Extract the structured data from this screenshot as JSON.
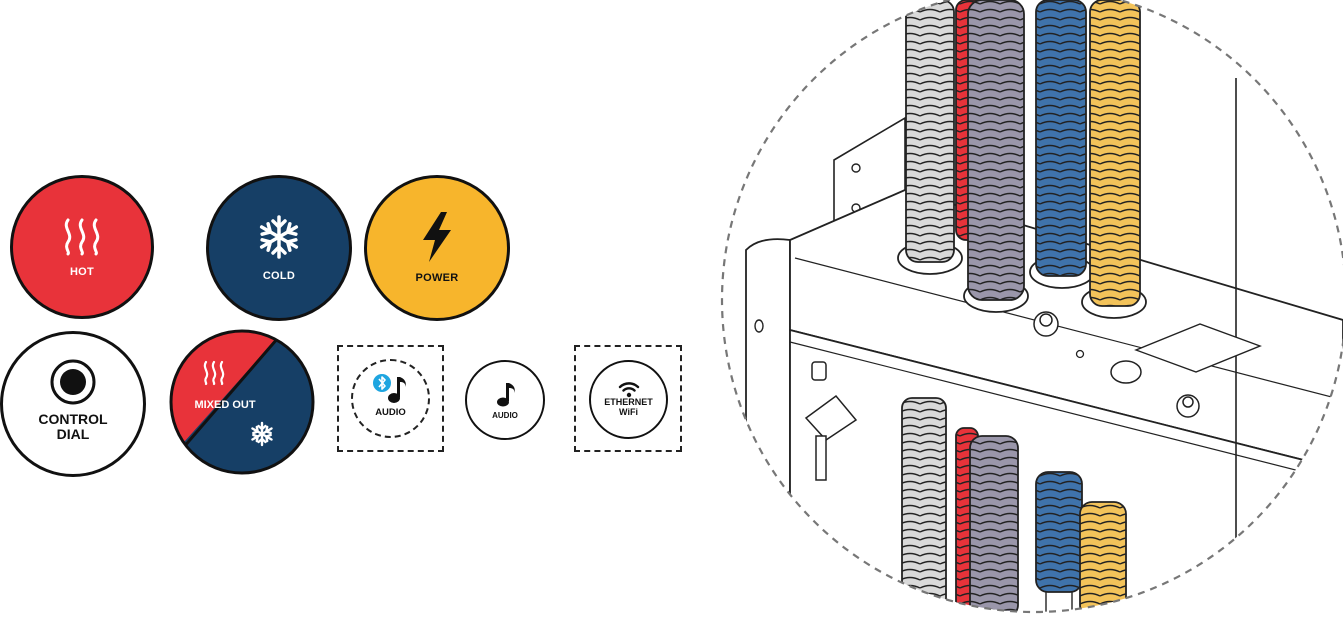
{
  "icons": {
    "hot": {
      "label": "HOT",
      "color": "#e8333a",
      "icon": "heat-waves-icon"
    },
    "cold": {
      "label": "COLD",
      "color": "#163f66",
      "icon": "snowflake-icon"
    },
    "power": {
      "label": "POWER",
      "color": "#f7b52c",
      "icon": "lightning-bolt-icon"
    },
    "control": {
      "line1": "CONTROL",
      "line2": "DIAL",
      "icon": "dial-knob-icon"
    },
    "mixed": {
      "label": "MIXED OUT",
      "color_hot": "#e8333a",
      "color_cold": "#163f66"
    },
    "bt_audio": {
      "label": "AUDIO",
      "icon": "bluetooth-music-note-icon",
      "accent": "#1ea5e0"
    },
    "audio": {
      "label": "AUDIO",
      "icon": "music-note-icon"
    },
    "network": {
      "line1": "ETHERNET",
      "line2": "WiFi",
      "icon": "wifi-icon"
    }
  },
  "detail": {
    "pipe_colors": [
      "#d9d9d9",
      "#e8333a",
      "#9a96aa",
      "#3f73ab",
      "#f3c35a"
    ],
    "outline": "#222222"
  }
}
